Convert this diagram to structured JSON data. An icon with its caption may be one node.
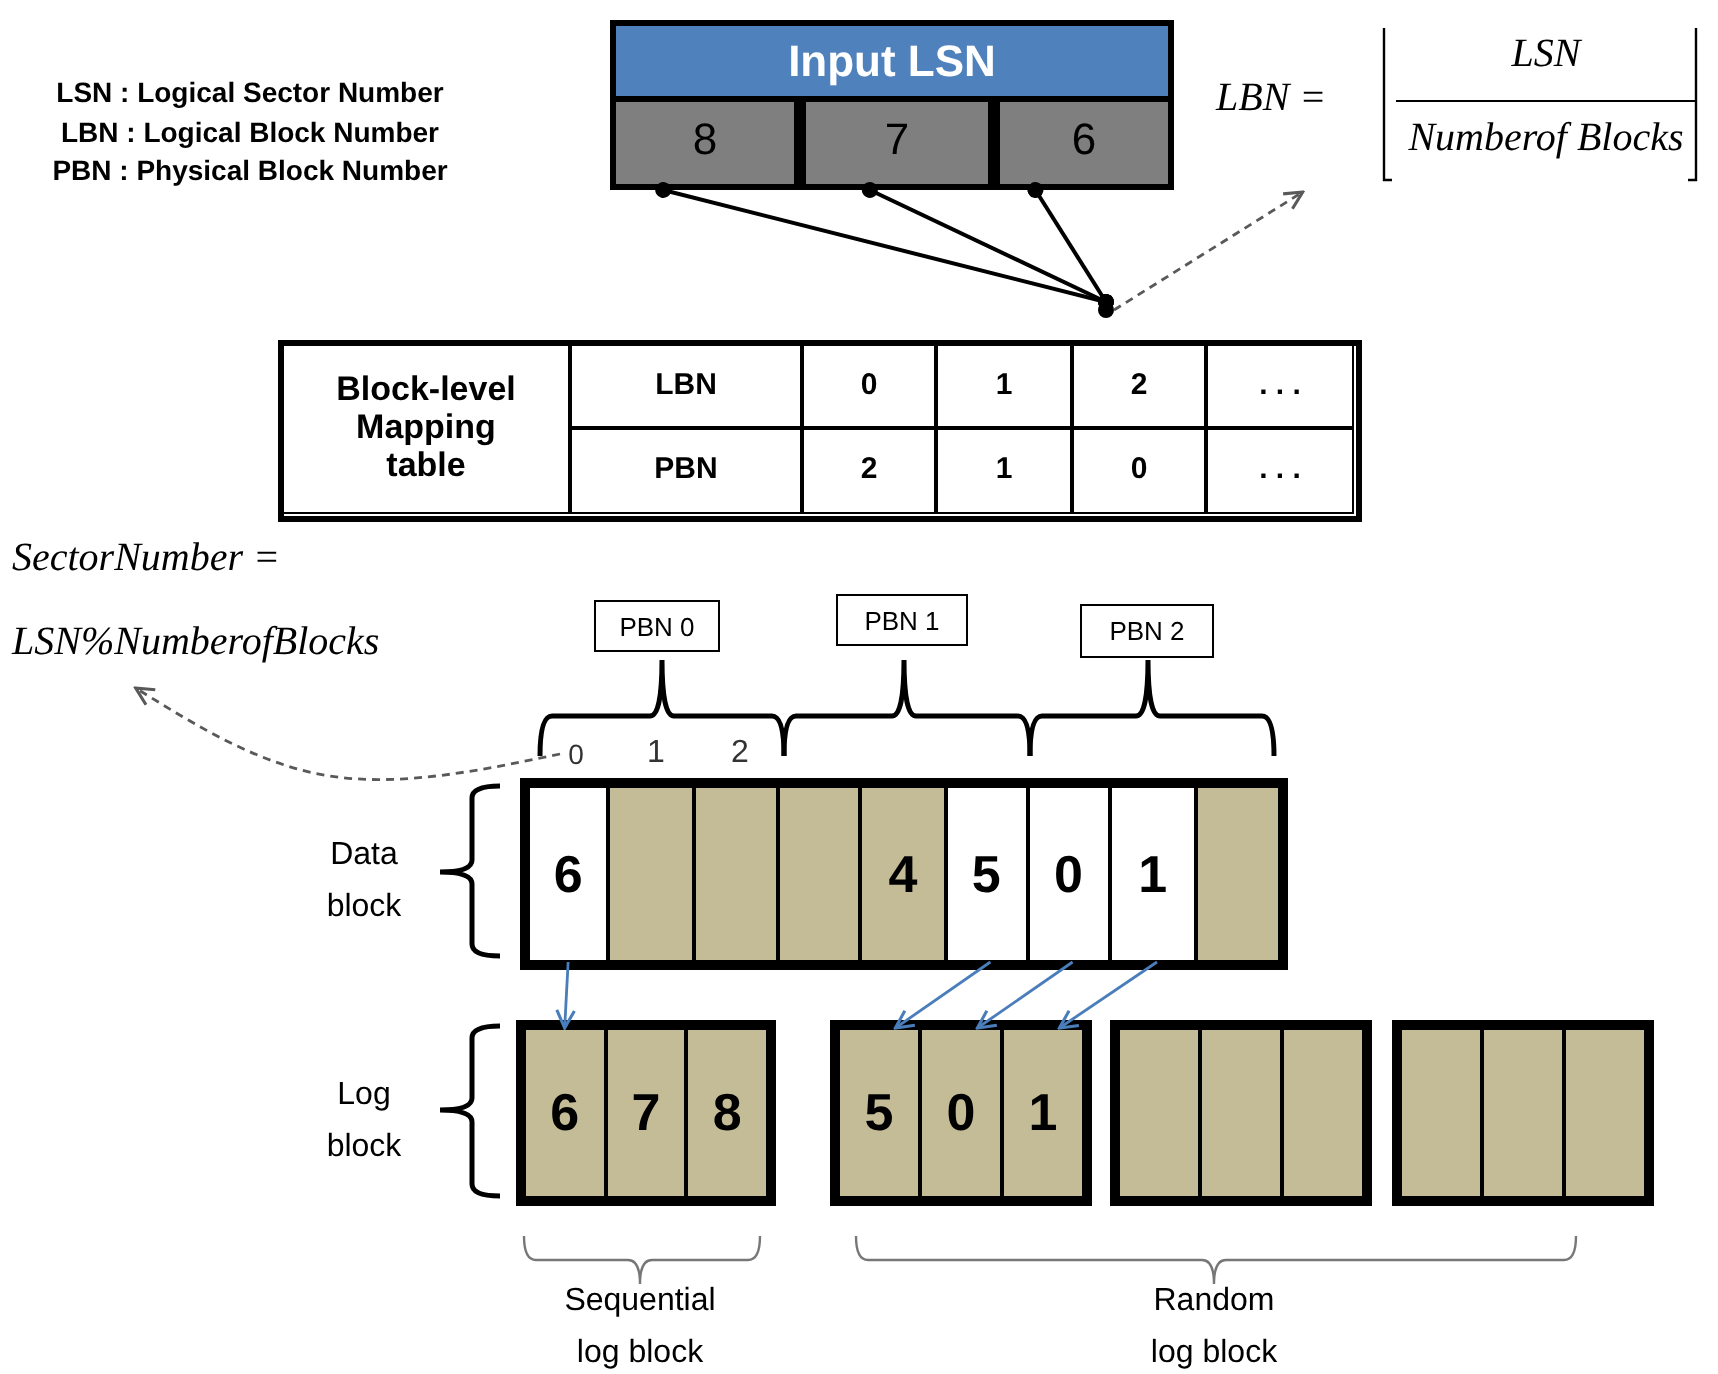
{
  "diagram": {
    "nodes": [
      {
        "text": [
          "Input LSN"
        ]
      },
      {
        "text": [
          "8"
        ]
      },
      {
        "text": [
          "7"
        ]
      },
      {
        "text": [
          "6"
        ]
      },
      {
        "text": [],
        "shape": "circle"
      },
      {
        "text": [
          "LBN =",
          "LSN",
          "Numberof Blocks"
        ]
      },
      {
        "text": [
          "SectorNumber =",
          "LSN%NumberofBlocks"
        ]
      },
      {
        "text": [
          "PBN 0"
        ]
      },
      {
        "text": [
          "PBN 1"
        ]
      },
      {
        "text": [
          "PBN 2"
        ]
      },
      {
        "text": [
          "0"
        ]
      },
      {
        "text": [],
        "shape": "box"
      },
      {
        "text": [
          "6"
        ],
        "in": 11
      },
      {
        "text": [],
        "shape": "box",
        "in": 11
      },
      {
        "text": [],
        "shape": "box",
        "in": 11
      },
      {
        "text": [],
        "shape": "box",
        "in": 11
      },
      {
        "text": [
          "4"
        ],
        "in": 11
      },
      {
        "text": [
          "5"
        ],
        "in": 11
      },
      {
        "text": [
          "0"
        ],
        "in": 11
      },
      {
        "text": [
          "1"
        ],
        "in": 11
      },
      {
        "text": [],
        "shape": "box",
        "in": 11
      },
      {
        "text": [],
        "shape": "box"
      },
      {
        "text": [
          "6"
        ],
        "in": 21
      },
      {
        "text": [
          "7"
        ],
        "in": 21
      },
      {
        "text": [
          "8"
        ],
        "in": 21
      },
      {
        "text": [],
        "shape": "box"
      },
      {
        "text": [
          "5"
        ],
        "in": 25
      },
      {
        "text": [
          "0"
        ],
        "in": 25
      },
      {
        "text": [
          "1"
        ],
        "in": 25
      },
      {
        "text": [],
        "shape": "box"
      },
      {
        "text": [],
        "shape": "box",
        "in": 29
      },
      {
        "text": [],
        "shape": "box",
        "in": 29
      },
      {
        "text": [],
        "shape": "box",
        "in": 29
      },
      {
        "text": [],
        "shape": "box"
      },
      {
        "text": [],
        "shape": "box",
        "in": 33
      },
      {
        "text": [],
        "shape": "box",
        "in": 33
      },
      {
        "text": [],
        "shape": "box",
        "in": 33
      }
    ],
    "edges": [
      {
        "from": 1,
        "to": 4,
        "arrow": "other",
        "color": "#000000"
      },
      {
        "from": 2,
        "to": 4,
        "arrow": "other",
        "color": "#000000"
      },
      {
        "from": 3,
        "to": 4,
        "arrow": "other",
        "color": "#000000"
      },
      {
        "from": 4,
        "to": 5,
        "arrow": "to",
        "style": "dashed",
        "color": "#595959"
      },
      {
        "from": 10,
        "to": 6,
        "arrow": "to",
        "style": "dashed",
        "color": "#595959"
      },
      {
        "from": 12,
        "to": 22,
        "arrow": "to",
        "color": "#4a7ebb"
      },
      {
        "from": 17,
        "to": 26,
        "arrow": "to",
        "color": "#4a7ebb"
      },
      {
        "from": 18,
        "to": 27,
        "arrow": "to",
        "color": "#4a7ebb"
      },
      {
        "from": 19,
        "to": 28,
        "arrow": "to",
        "color": "#4a7ebb"
      }
    ],
    "labels": [
      "LSN : Logical Sector Number",
      "LBN : Logical Block Number",
      "PBN : Physical Block Number",
      "Block-level Mapping table",
      "LBN",
      "0",
      "1",
      "2",
      ". . .",
      "PBN",
      "2",
      "1",
      "0",
      ". . .",
      "1",
      "2",
      "Data block",
      "Log block",
      "Sequential log block",
      "Random log block"
    ]
  }
}
